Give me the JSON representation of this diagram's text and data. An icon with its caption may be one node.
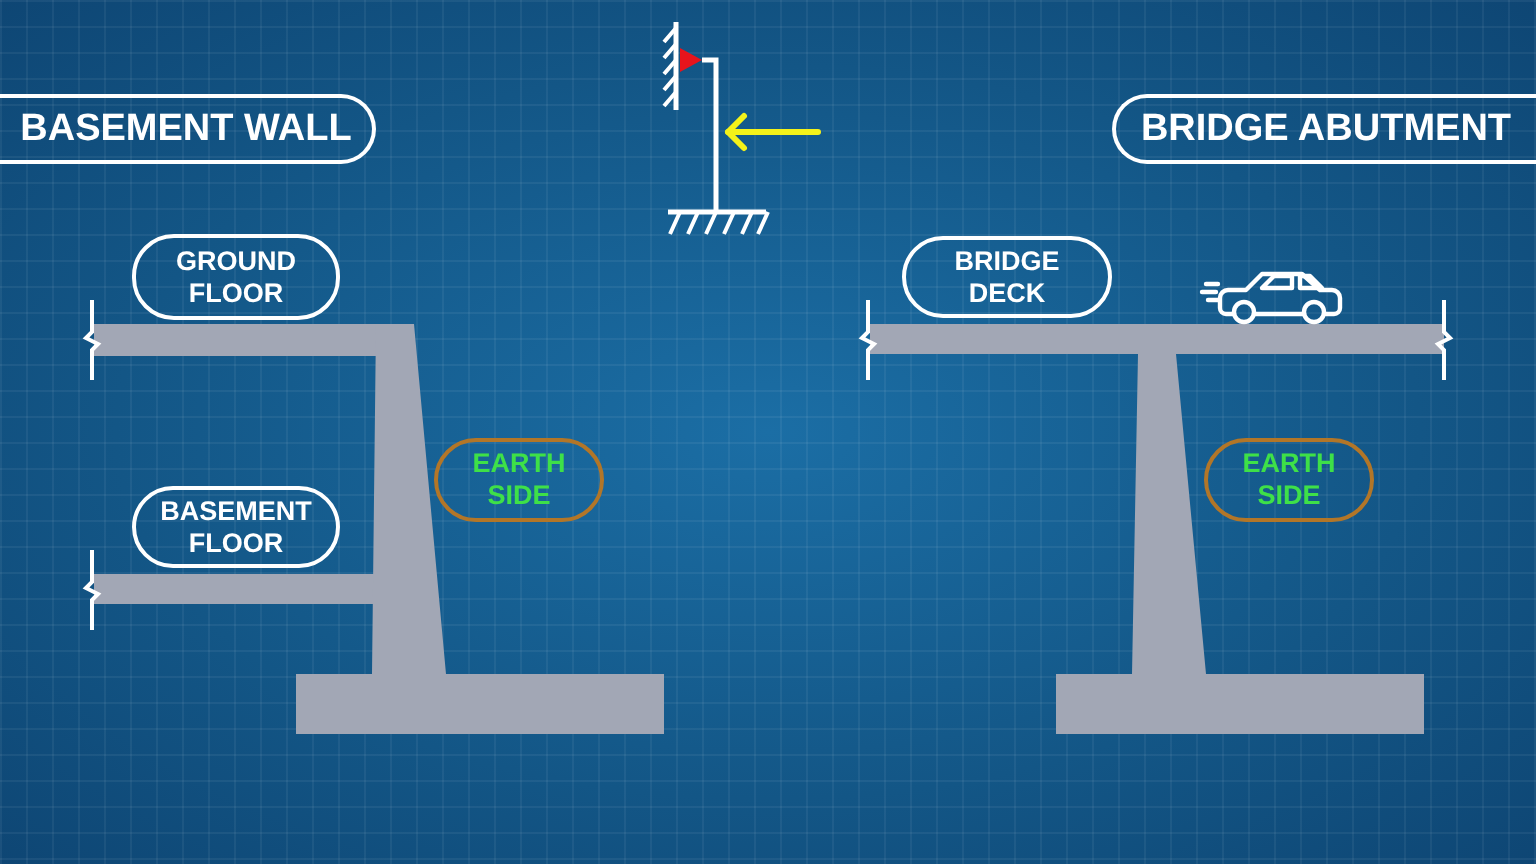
{
  "diagram": {
    "nodes": [
      {
        "text": [
          "BASEMENT WALL"
        ]
      },
      {
        "text": [
          "BRIDGE ABUTMENT"
        ]
      },
      {
        "text": [
          "GROUND FLOOR"
        ]
      },
      {
        "text": [
          "BRIDGE DECK"
        ]
      },
      {
        "text": [
          "EARTH SIDE"
        ]
      },
      {
        "text": [
          "EARTH SIDE"
        ]
      },
      {
        "text": [
          "BASEMENT FLOOR"
        ]
      }
    ]
  }
}
